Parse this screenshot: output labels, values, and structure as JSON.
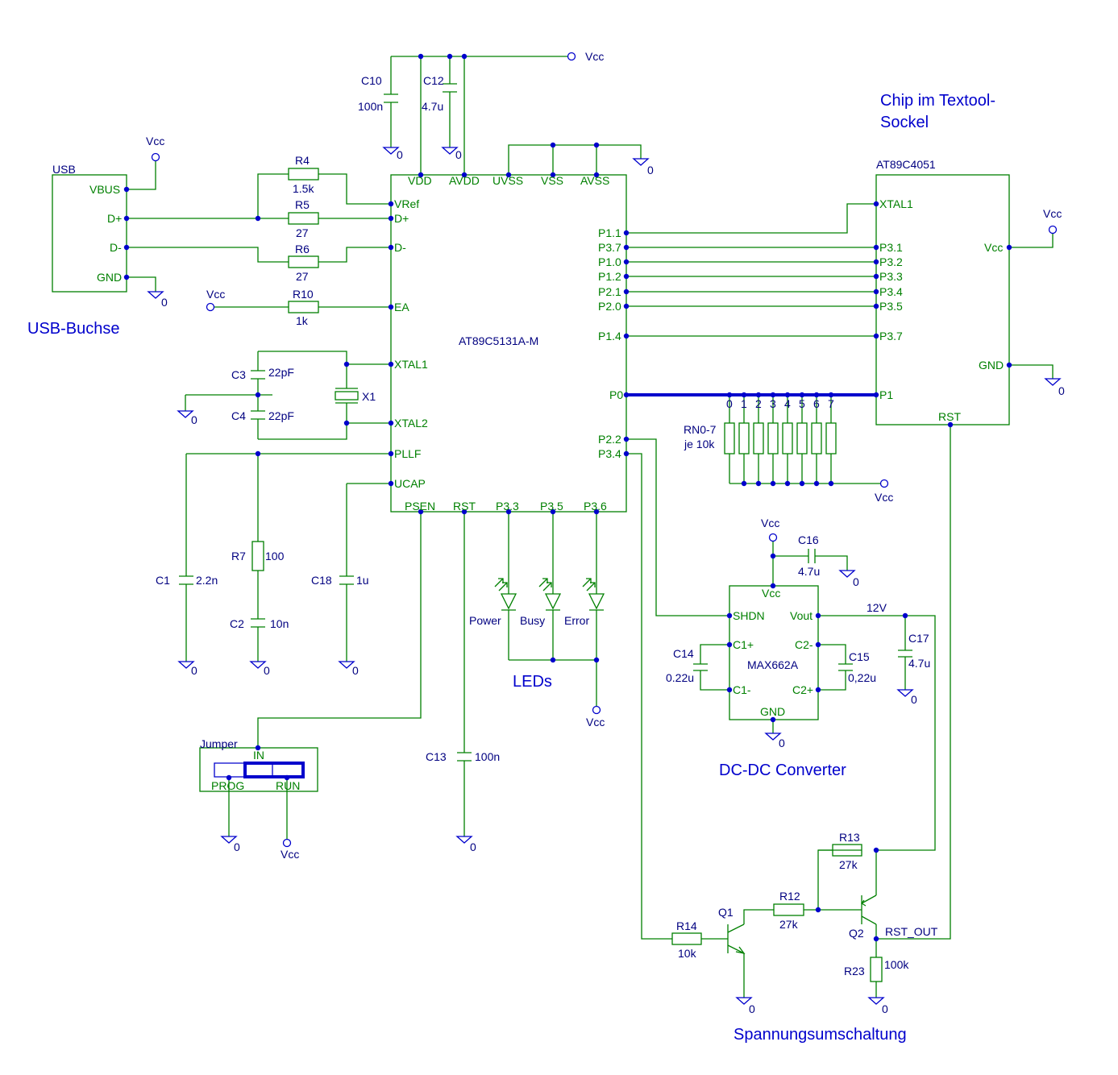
{
  "headings": {
    "usb_buchse": "USB-Buchse",
    "chip_socket_line1": "Chip im Textool-",
    "chip_socket_line2": "Sockel",
    "leds": "LEDs",
    "dcdc": "DC-DC Converter",
    "spannung": "Spannungsumschaltung"
  },
  "usb_connector": {
    "name": "USB",
    "pins": [
      "VBUS",
      "D+",
      "D-",
      "GND"
    ]
  },
  "main_chip": {
    "name": "AT89C5131A-M",
    "top_pins": [
      "VDD",
      "AVDD",
      "UVSS",
      "VSS",
      "AVSS"
    ],
    "left_pins": [
      "VRef",
      "D+",
      "D-",
      "EA",
      "XTAL1",
      "XTAL2",
      "PLLF",
      "UCAP"
    ],
    "bottom_pins": [
      "PSEN",
      "RST",
      "P3.3",
      "P3.5",
      "P3.6"
    ],
    "right_pins": [
      "P1.1",
      "P3.7",
      "P1.0",
      "P1.2",
      "P2.1",
      "P2.0",
      "P1.4",
      "P0",
      "P2.2",
      "P3.4"
    ]
  },
  "target_chip": {
    "name": "AT89C4051",
    "left_pins": [
      "XTAL1",
      "P3.1",
      "P3.2",
      "P3.3",
      "P3.4",
      "P3.5",
      "P3.7",
      "P1"
    ],
    "right_pins": [
      "Vcc",
      "GND"
    ],
    "bottom_pin": "RST"
  },
  "dcdc_chip": {
    "name": "MAX662A",
    "pins": [
      "Vcc",
      "SHDN",
      "Vout",
      "C1+",
      "C2-",
      "C1-",
      "C2+",
      "GND"
    ],
    "output_label": "12V"
  },
  "components": {
    "R4": {
      "ref": "R4",
      "value": "1.5k"
    },
    "R5": {
      "ref": "R5",
      "value": "27"
    },
    "R6": {
      "ref": "R6",
      "value": "27"
    },
    "R10": {
      "ref": "R10",
      "value": "1k"
    },
    "R7": {
      "ref": "R7",
      "value": "100"
    },
    "R12": {
      "ref": "R12",
      "value": "27k"
    },
    "R13": {
      "ref": "R13",
      "value": "27k"
    },
    "R14": {
      "ref": "R14",
      "value": "10k"
    },
    "R23": {
      "ref": "R23",
      "value": "100k"
    },
    "C1": {
      "ref": "C1",
      "value": "2.2n"
    },
    "C2": {
      "ref": "C2",
      "value": "10n"
    },
    "C3": {
      "ref": "C3",
      "value": "22pF"
    },
    "C4": {
      "ref": "C4",
      "value": "22pF"
    },
    "C10": {
      "ref": "C10",
      "value": "100n"
    },
    "C12": {
      "ref": "C12",
      "value": "4.7u"
    },
    "C13": {
      "ref": "C13",
      "value": "100n"
    },
    "C14": {
      "ref": "C14",
      "value": "0.22u"
    },
    "C15": {
      "ref": "C15",
      "value": "0,22u"
    },
    "C16": {
      "ref": "C16",
      "value": "4.7u"
    },
    "C17": {
      "ref": "C17",
      "value": "4.7u"
    },
    "C18": {
      "ref": "C18",
      "value": "1u"
    },
    "X1": {
      "ref": "X1"
    },
    "Q1": {
      "ref": "Q1"
    },
    "Q2": {
      "ref": "Q2"
    }
  },
  "resistor_network": {
    "ref": "RN0-7",
    "value": "je 10k",
    "indices": [
      "0",
      "1",
      "2",
      "3",
      "4",
      "5",
      "6",
      "7"
    ]
  },
  "leds": [
    "Power",
    "Busy",
    "Error"
  ],
  "jumper": {
    "title": "Jumper",
    "in": "IN",
    "prog": "PROG",
    "run": "RUN"
  },
  "net_labels": {
    "vcc": "Vcc",
    "gnd": "0",
    "rst_out": "RST_OUT"
  },
  "colors": {
    "wire": "#008000",
    "annotation": "#0000cc",
    "value_text": "#000080"
  }
}
